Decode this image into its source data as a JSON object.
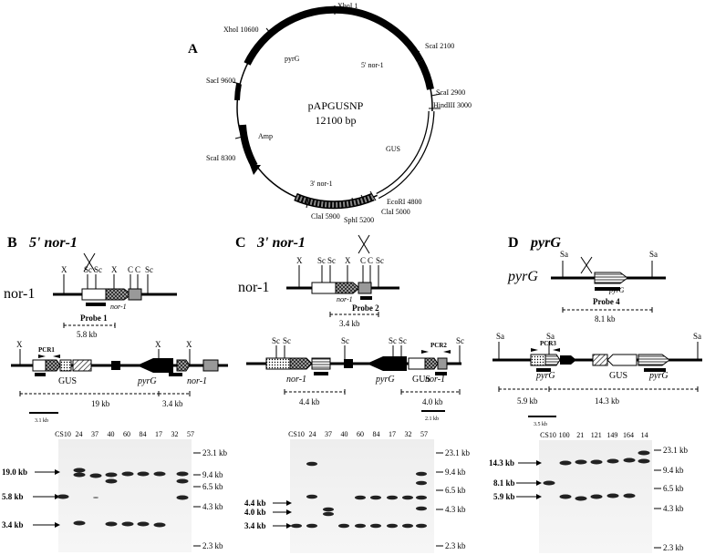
{
  "panelA": {
    "letter": "A",
    "plasmid_name": "pAPGUSNP",
    "plasmid_size": "12100 bp",
    "sites": [
      "XhoI 1",
      "ScaI 2100",
      "ScaI 2900",
      "HindIII 3000",
      "EcoRI 4800",
      "ClaI 5000",
      "SphI 5200",
      "ClaI 5900",
      "ScaI 8300",
      "SacI 9600",
      "XhoI 10600"
    ],
    "features": [
      "pyrG",
      "5' nor-1",
      "GUS",
      "3' nor-1",
      "Amp"
    ]
  },
  "panelB": {
    "letter": "B",
    "title": "5' nor-1",
    "locus": "nor-1",
    "site_letters": [
      "X",
      "Sc",
      "Sc",
      "X",
      "C",
      "C",
      "Sc"
    ],
    "probe": "Probe 1",
    "dist_wt": "5.8 kb",
    "int_site_letters": [
      "X",
      "X",
      "X"
    ],
    "primer": "PCR1",
    "gene_labels": [
      "GUS",
      "pyrG",
      "nor-1"
    ],
    "nor_small": "nor-1",
    "frag1": "19 kb",
    "frag2": "3.4 kb",
    "scale": "3.1 kb",
    "lanes": [
      "CS10",
      "24",
      "37",
      "40",
      "60",
      "84",
      "17",
      "32",
      "57"
    ],
    "left_markers": [
      "19.0 kb",
      "5.8 kb",
      "3.4 kb"
    ],
    "right_markers": [
      "23.1 kb",
      "9.4 kb",
      "6.5 kb",
      "4.3 kb",
      "2.3 kb"
    ]
  },
  "panelC": {
    "letter": "C",
    "title": "3' nor-1",
    "locus": "nor-1",
    "site_letters": [
      "X",
      "Sc",
      "Sc",
      "X",
      "C",
      "C",
      "Sc"
    ],
    "probe": "Probe 2",
    "dist_wt": "3.4 kb",
    "int_site_letters": [
      "Sc",
      "Sc",
      "Sc",
      "Sc",
      "Sc",
      "Sc"
    ],
    "primer": "PCR2",
    "gene_labels": [
      "nor-1",
      "pyrG",
      "GUS",
      "nor-1"
    ],
    "frag1": "4.4 kb",
    "frag2": "4.0 kb",
    "scale": "2.1 kb",
    "lanes": [
      "CS10",
      "24",
      "37",
      "40",
      "60",
      "84",
      "17",
      "32",
      "57"
    ],
    "left_markers": [
      "4.4 kb",
      "4.0 kb",
      "3.4 kb"
    ],
    "right_markers": [
      "23.1 kb",
      "9.4 kb",
      "6.5 kb",
      "4.3 kb",
      "2.3 kb"
    ]
  },
  "panelD": {
    "letter": "D",
    "title": "pyrG",
    "locus": "pyrG",
    "site_letters": [
      "Sa",
      "Sa"
    ],
    "probe": "Probe 4",
    "gene_small": "pyrG",
    "dist_wt": "8.1 kb",
    "int_site_letters": [
      "Sa",
      "Sa",
      "Sa"
    ],
    "primer": "PCR3",
    "gene_labels": [
      "pyrG",
      "GUS",
      "pyrG"
    ],
    "frag1": "5.9 kb",
    "frag2": "14.3 kb",
    "scale": "3.5 kb",
    "lanes": [
      "CS10",
      "100",
      "21",
      "121",
      "149",
      "164",
      "14"
    ],
    "left_markers": [
      "14.3 kb",
      "8.1 kb",
      "5.9 kb"
    ],
    "right_markers": [
      "23.1 kb",
      "9.4 kb",
      "6.5 kb",
      "4.3 kb",
      "2.3 kb"
    ]
  }
}
